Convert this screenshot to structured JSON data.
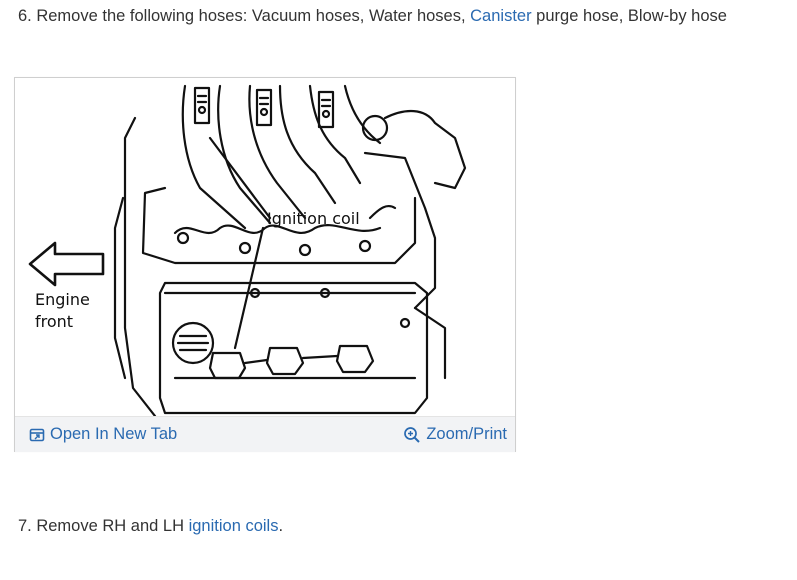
{
  "steps": {
    "step6": {
      "prefix": "6. Remove the following hoses: Vacuum hoses, Water hoses, ",
      "link": "Canister",
      "suffix": " purge hose, Blow-by hose"
    },
    "step7": {
      "prefix": "7. Remove RH and LH ",
      "link": "ignition coils",
      "suffix": "."
    }
  },
  "figure": {
    "labels": {
      "ignition_coil": "Ignition coil",
      "engine": "Engine",
      "front": "front"
    },
    "toolbar": {
      "open_tab": "Open In New Tab",
      "zoom_print": "Zoom/Print"
    }
  },
  "colors": {
    "link": "#2a6ab1",
    "text": "#333333",
    "toolbar_bg": "#f2f3f5"
  }
}
